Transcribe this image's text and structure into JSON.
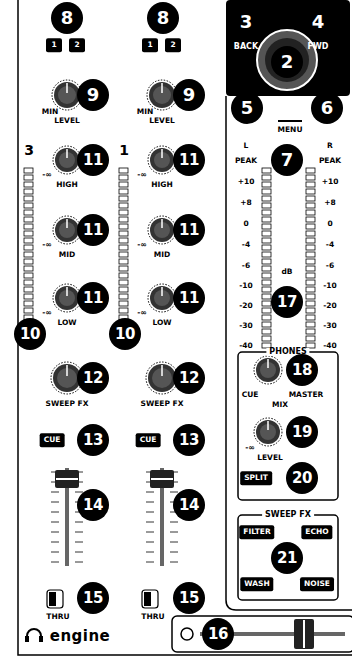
{
  "diagram": {
    "labels": [
      "8",
      "1",
      "2",
      "8",
      "1",
      "2",
      "3",
      "BACK",
      "4",
      "FWD",
      "2",
      "MIN",
      "LEVEL",
      "9",
      "MIN",
      "LEVEL",
      "9",
      "5",
      "6",
      "MENU",
      "7",
      "3",
      "1",
      "-∞",
      "HIGH",
      "11",
      "-∞",
      "HIGH",
      "11",
      "-∞",
      "MID",
      "11",
      "-∞",
      "MID",
      "11",
      "-∞",
      "LOW",
      "11",
      "-∞",
      "LOW",
      "11",
      "10",
      "10",
      "12",
      "SWEEP FX",
      "12",
      "SWEEP FX",
      "CUE",
      "13",
      "CUE",
      "13",
      "14",
      "14",
      "THRU",
      "15",
      "THRU",
      "15",
      "engine",
      "16",
      "L",
      "R",
      "PEAK",
      "PEAK",
      "+10",
      "+8",
      "0",
      "-4",
      "-6",
      "-10",
      "-20",
      "-30",
      "-40",
      "+10",
      "+8",
      "0",
      "-4",
      "-6",
      "-10",
      "-20",
      "-30",
      "-40",
      "dB",
      "17",
      "PHONES",
      "CUE",
      "MASTER",
      "MIX",
      "18",
      "-∞",
      "LEVEL",
      "19",
      "SPLIT",
      "20",
      "SWEEP FX",
      "FILTER",
      "ECHO",
      "WASH",
      "NOISE",
      "21"
    ]
  }
}
